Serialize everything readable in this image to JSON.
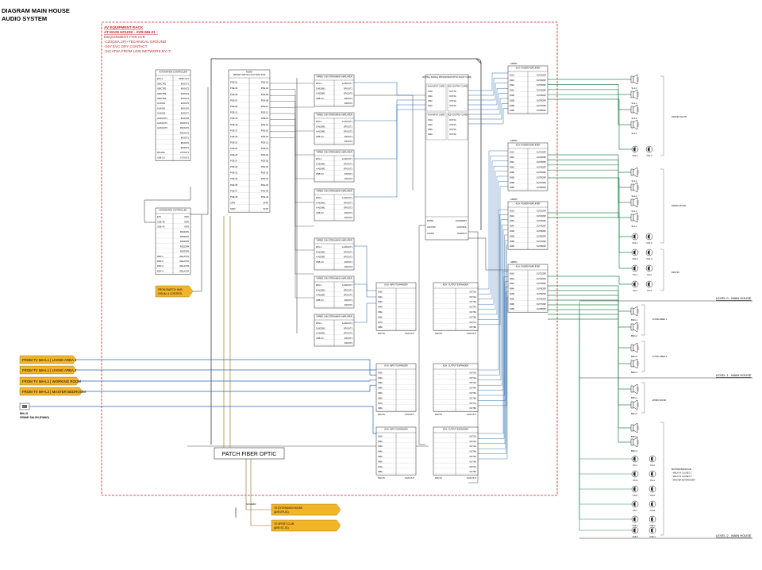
{
  "title": [
    "DIAGRAM MAIN HOUSE",
    "AUDIO SYSTEM"
  ],
  "rack_notes": [
    "AV EQUIPMENT RACK",
    "AT MAIN HOUSE - AVR-MH-01 :",
    "REQUIRMENT FOR AVR",
    "-C20(16A,1P)+TECHNICAL GROUND",
    "-24V EVC DRY CONTACT",
    "-2xCAT6A FROM LINK NETWORK BY IT"
  ],
  "automation": {
    "title": "AUTOMATION CONTROLLER",
    "left": [
      "ETH-1",
      "GB/CTR1",
      "GB/CTR2",
      "GB/CTR3",
      "GB/CTR4",
      "AUX/IN1",
      "AUX/IN2",
      "AUX/IN3",
      "AUX/OUT1",
      "AUX/OUT2",
      "AUX/OUT3",
      "",
      "",
      "",
      "",
      "RS-MTA",
      "USB 3.0"
    ],
    "right": [
      "HDMI OUT",
      "IN/OUT1",
      "IN/OUT2",
      "IN/OUT3",
      "IN/OUT4",
      "IN/OUT5",
      "IN/OUT6",
      "IN/OUT7",
      "IN/OUT8",
      "RS/OUT1",
      "RS/OUT2",
      "RS/OUT3",
      "IR/OUT1",
      "IR/OUT2",
      "IR/OUT3",
      "CT/OUT1",
      "CT/OUT2"
    ]
  },
  "integrated": {
    "title": "INTEGRATED CONTROLLER",
    "left": [
      "ETH",
      "USB-TB",
      "USB-TA",
      "",
      "",
      "",
      "",
      "",
      "RSP-1",
      "RSP-2",
      "RSP-3",
      "RSP-4"
    ],
    "right": [
      "IDP1",
      "IDP2",
      "IDP3",
      "RS232P1",
      "RS232P2",
      "RS232P3",
      "RS232P4",
      "RS232P5",
      "RELAYP1",
      "RELAYP2",
      "RELAYP3",
      "RELAYP4"
    ]
  },
  "switch": {
    "title": "AUDIO",
    "sub": "48PORT SWITCH 1G/2 WITH POE",
    "left": [
      "POE-01",
      "POE-03",
      "POE-05",
      "POE-07",
      "POE-09",
      "POE-11",
      "POE-13",
      "POE-15",
      "POE-17",
      "POE-19",
      "POE-21",
      "POE-23",
      "POE-25",
      "POE-27",
      "POE-29",
      "POE-31",
      "POE-33",
      "POE-35",
      "POE-37",
      "POE-39",
      "SFP1",
      "SFP3"
    ],
    "right": [
      "POE-02",
      "POE-04",
      "POE-06",
      "POE-08",
      "POE-10",
      "POE-12",
      "POE-14",
      "POE-16",
      "POE-18",
      "POE-20",
      "POE-22",
      "POE-24",
      "POE-26",
      "POE-28",
      "POE-30",
      "POE-32",
      "POE-34",
      "POE-36",
      "POE-38",
      "POE-40",
      "SFP2",
      "SFP4"
    ]
  },
  "streamer": {
    "title": "THREE CHN STREAMING AMPLIFIER",
    "left": [
      "ETH-1",
      "D-ADSM1",
      "A-ADSM1",
      "USB 3.0"
    ],
    "right": [
      "A-ADOUT1",
      "SP/OUT1",
      "SP/OUT2",
      "IN/OUT1",
      "IN/OUT2"
    ]
  },
  "dsp": {
    "title": "DIGITAL SIGNAL PROCESSOR WITH 4SLOT CARD",
    "card1": "4CH INPUT CARD",
    "card2": "4CH OUTPUT CARD",
    "card3": "4CH INPUT CARD",
    "card4": "4CH OUTPUT CARD",
    "in": [
      "IN1A",
      "IN2A",
      "IN3A",
      "IN4A"
    ],
    "out": [
      "OUT1A",
      "OUT2A",
      "OUT3A",
      "OUT4A"
    ],
    "bottom_left": [
      "RS232",
      "CANTOP",
      "CAN/IN"
    ],
    "bottom_right": [
      "ETHERNET",
      "CONTROL",
      "DAN/OUT"
    ]
  },
  "amps": [
    {
      "id": "AMP01",
      "title": "4CH. POWER AMPLIFIER"
    },
    {
      "id": "AMP02",
      "title": "4CH. POWER AMPLIFIER"
    },
    {
      "id": "AMP03",
      "title": "4CH. POWER AMPLIFIER"
    },
    {
      "id": "AMP04",
      "title": "4CH. POWER AMPLIFIER"
    }
  ],
  "amp_rows": {
    "in": [
      "IN1A",
      "IN2A",
      "IN3A",
      "IN4A",
      "IN1B",
      "IN2B",
      "IN3B",
      "IN4B"
    ],
    "out": [
      "OUT1DSP",
      "OUT2DSP",
      "OUT3DSP",
      "OUT4DSP",
      "OUT5DSP",
      "OUT6DSP",
      "OUT7DSP",
      "OUT8DSP"
    ]
  },
  "expanders": {
    "input_title": "8CH. INPUT EXPANDER",
    "output_title": "8CH. OUTPUT EXPANDER",
    "in": [
      "IN1A",
      "IN2A",
      "IN3A",
      "IN4A",
      "IN5A",
      "IN6A",
      "IN7A",
      "IN8A"
    ],
    "out": [
      "OUT1A",
      "OUT2A",
      "OUT3A",
      "OUT4A",
      "OUT5A",
      "OUT6A",
      "OUT7A",
      "OUT8A"
    ],
    "bl": "DAN IN",
    "br": "DAN OUT"
  },
  "switch_hub": [
    "FROM SWITCH HUB",
    "VISUAL & CONTROL"
  ],
  "sources": [
    "FROM TV MH-L1 | LIVING AREA 1",
    "FROM TV MH-L1 | LIVING AREA 2",
    "FROM TV MH-L1 | WORKING ROOM",
    "FROM TV MH-L2 | MASTER BEDROOM"
  ],
  "piano": {
    "id": "MH-LS",
    "label": "GRAND SALON (PIANO)"
  },
  "patch": "PATCH FIBER OPTIC",
  "fiber_labels": [
    "SOCAM03",
    "SOCAM03"
  ],
  "outputs": [
    [
      "TO EXTENSION HOUSE",
      "(AVR-EH-01)"
    ],
    [
      "TO SPORT CLUB",
      "(AVR-SC-01)"
    ]
  ],
  "zones": {
    "grand_salon": {
      "label": "GRAND SALON",
      "speakers": [
        "SL1-1",
        "SL1-2",
        "SL1-3",
        "SL1-4"
      ],
      "subs": [
        "CS1-1",
        "CS1-2"
      ]
    },
    "dining": {
      "label": "DINING ROOM",
      "speakers": [
        "SL1-1",
        "SL1-2",
        "SL1-3",
        "SL1-4"
      ],
      "subs": [
        "CS1-1",
        "CS1-2"
      ]
    },
    "pantry": {
      "label": "PANTRY",
      "subs": [
        "CS1-3",
        "CS1-4",
        "CS-1",
        "CS-2",
        "CS-3",
        "CS-4"
      ]
    },
    "living1": {
      "label": "LIVING AREA 1",
      "speakers": [
        "BW1-1",
        "BW1-2"
      ]
    },
    "living2": {
      "label": "LIVING AREA 2",
      "speakers": [
        "BW1-3",
        "BW1-4"
      ]
    },
    "work": {
      "label": "WORK ROOM",
      "speakers": [
        "BW1-1",
        "BW1-2"
      ]
    },
    "master": {
      "label": [
        "MASTER BEDROOM",
        "- WALK IN CLOSET 1",
        "- WALK IN CLOSET 2",
        "- MASTER BATHROOM 4"
      ],
      "speakers": [
        "BW1-1",
        "BW1-2"
      ],
      "subs": [
        "CS-1",
        "CS-2",
        "CS-3",
        "CS-4",
        "CS-5",
        "CS-6",
        "CS-7",
        "CS-8",
        "CS8-1",
        "CS8-2",
        "CS8-3",
        "CS8-4"
      ]
    }
  },
  "levels": [
    "LEVEL 0 - MAIN HOUSE",
    "LEVEL 1 - MAIN HOUSE",
    "LEVEL 2 - MAIN HOUSE"
  ],
  "colors": {
    "rack_border": "#c0282d",
    "blue": "#2a6aa8",
    "green": "#2c8a5a",
    "gold": "#8a6a1a",
    "tag": "#f2b52a"
  }
}
